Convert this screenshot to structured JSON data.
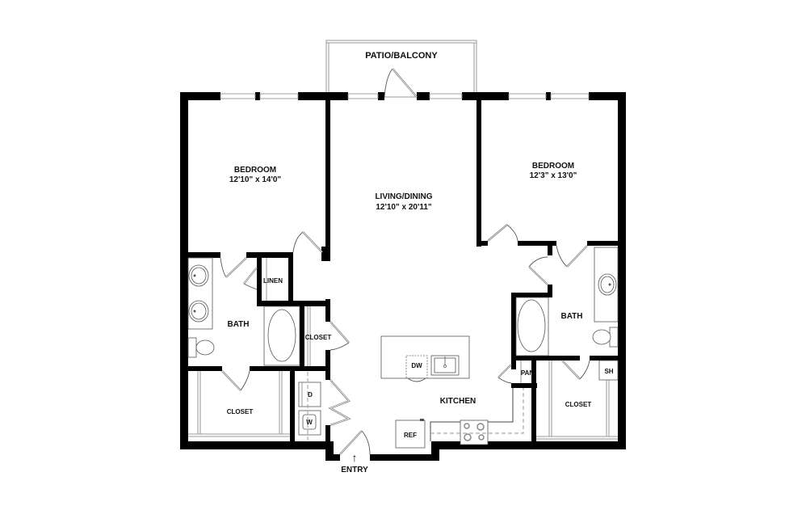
{
  "floorplan": {
    "rooms": {
      "patio": {
        "name": "PATIO/BALCONY"
      },
      "bedroom_left": {
        "name": "BEDROOM",
        "dimensions": "12'10\" x 14'0\""
      },
      "living": {
        "name": "LIVING/DINING",
        "dimensions": "12'10\" x 20'11\""
      },
      "bedroom_right": {
        "name": "BEDROOM",
        "dimensions": "12'3\" x 13'0\""
      },
      "bath_left": {
        "name": "BATH"
      },
      "bath_right": {
        "name": "BATH"
      },
      "linen": {
        "name": "LINEN"
      },
      "closet_hall": {
        "name": "CLOSET"
      },
      "closet_left": {
        "name": "CLOSET"
      },
      "closet_right": {
        "name": "CLOSET"
      },
      "kitchen": {
        "name": "KITCHEN"
      },
      "pantry": {
        "name": "PAN"
      }
    },
    "fixtures": {
      "dishwasher": "DW",
      "refrigerator": "REF",
      "dryer": "D",
      "washer": "W",
      "shelf": "SH"
    },
    "entry": {
      "label": "ENTRY",
      "arrow": "↑"
    },
    "colors": {
      "wall": "#000000",
      "line": "#555555",
      "background": "#ffffff"
    }
  }
}
